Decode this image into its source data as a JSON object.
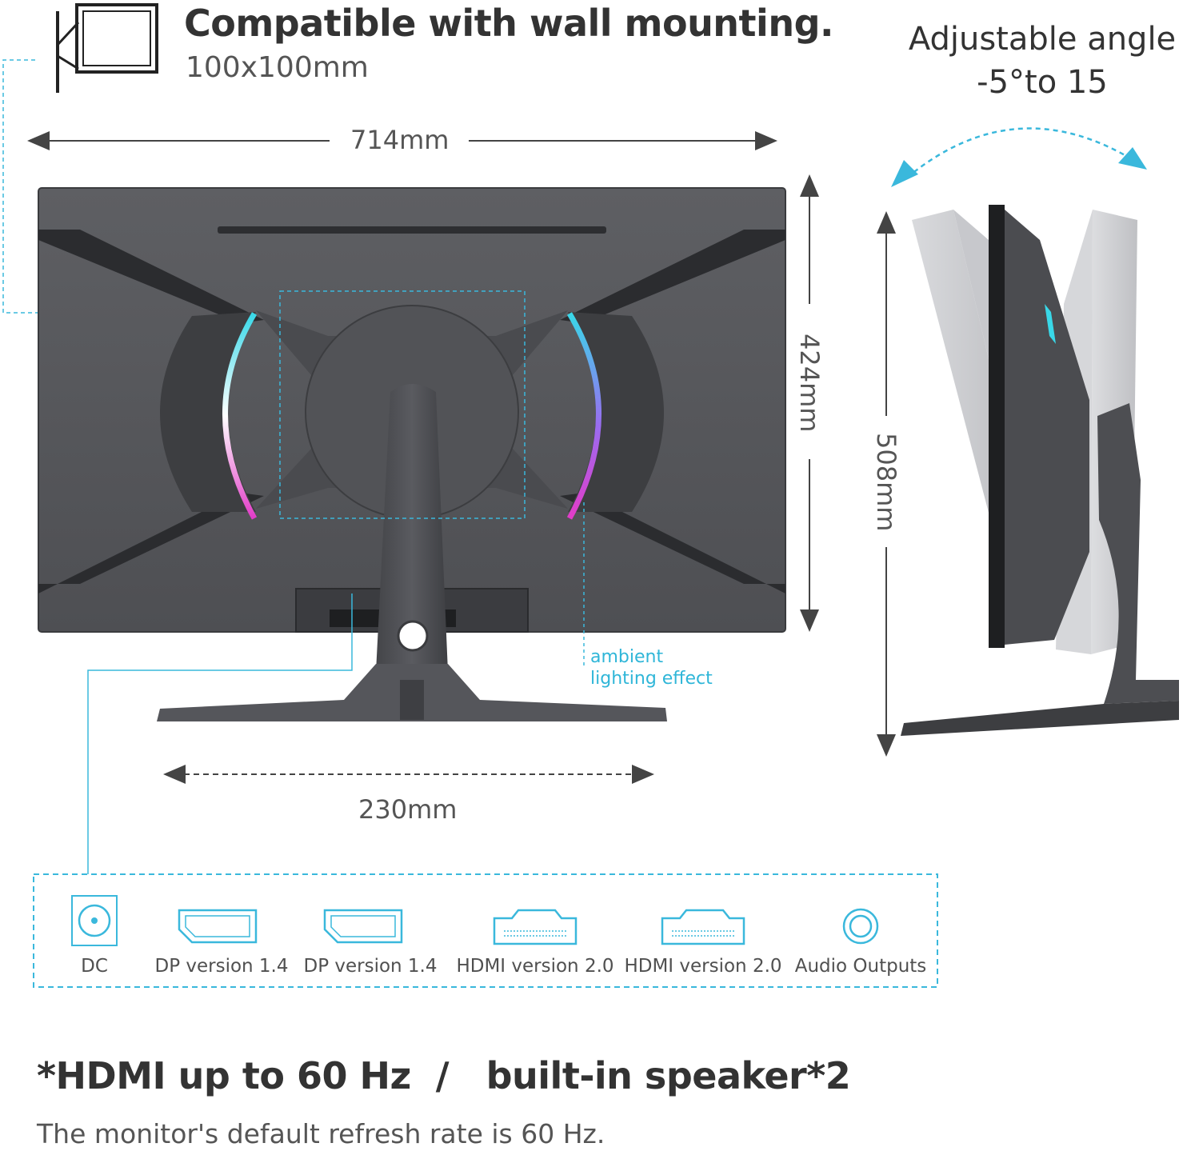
{
  "header": {
    "title": "Compatible with wall mounting.",
    "vesa": "100x100mm"
  },
  "angle": {
    "line1": "Adjustable angle",
    "line2": "-5°to 15"
  },
  "dimensions": {
    "width": "714mm",
    "height": "424mm",
    "total_height": "508mm",
    "stand_width": "230mm"
  },
  "ambient": {
    "line1": "ambient",
    "line2": "lighting effect"
  },
  "ports": [
    {
      "label": "DC",
      "icon": "dc-power-icon"
    },
    {
      "label": "DP version 1.4",
      "icon": "displayport-icon"
    },
    {
      "label": "DP version 1.4",
      "icon": "displayport-icon"
    },
    {
      "label": "HDMI version 2.0",
      "icon": "hdmi-icon"
    },
    {
      "label": "HDMI version 2.0",
      "icon": "hdmi-icon"
    },
    {
      "label": "Audio Outputs",
      "icon": "audio-jack-icon"
    }
  ],
  "footer": {
    "title": "*HDMI up to 60 Hz  /   built-in speaker*2",
    "subtitle": "The monitor's default refresh rate is 60 Hz."
  },
  "colors": {
    "accent": "#3ab8dc",
    "text": "#333333",
    "monitor": "#56575b"
  }
}
